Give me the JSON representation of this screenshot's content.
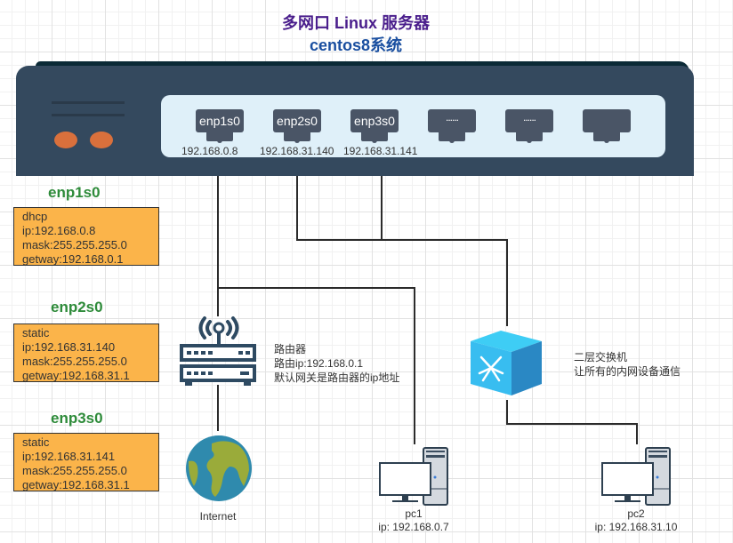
{
  "title": {
    "line1": "多网口 Linux 服务器",
    "line2": "centos8系统"
  },
  "server": {
    "ports": [
      {
        "name": "enp1s0",
        "ip": "192.168.0.8"
      },
      {
        "name": "enp2s0",
        "ip": "192.168.31.140"
      },
      {
        "name": "enp3s0",
        "ip": "192.168.31.141"
      },
      {
        "name": "......",
        "ip": ""
      },
      {
        "name": "......",
        "ip": ""
      },
      {
        "name": "",
        "ip": ""
      }
    ],
    "colors": {
      "body": "#34495e",
      "panel": "#dff0f9",
      "port": "#4a5566",
      "led": "#d9703c"
    }
  },
  "configs": [
    {
      "title": "enp1s0",
      "lines": [
        "dhcp",
        "ip:192.168.0.8",
        "mask:255.255.255.0",
        "getway:192.168.0.1"
      ]
    },
    {
      "title": "enp2s0",
      "lines": [
        "static",
        "ip:192.168.31.140",
        "mask:255.255.255.0",
        "getway:192.168.31.1"
      ]
    },
    {
      "title": "enp3s0",
      "lines": [
        "static",
        "ip:192.168.31.141",
        "mask:255.255.255.0",
        "getway:192.168.31.1"
      ]
    }
  ],
  "router": {
    "icon": "router-icon",
    "lines": [
      "路由器",
      "路由ip:192.168.0.1",
      "默认网关是路由器的ip地址"
    ]
  },
  "switch": {
    "icon": "switch-icon",
    "lines": [
      "二层交换机",
      "让所有的内网设备通信"
    ]
  },
  "internet": {
    "icon": "globe-icon",
    "label": "Internet"
  },
  "pc1": {
    "icon": "computer-icon",
    "name": "pc1",
    "ip": "ip: 192.168.0.7"
  },
  "pc2": {
    "icon": "computer-icon",
    "name": "pc2",
    "ip": "ip: 192.168.31.10"
  }
}
